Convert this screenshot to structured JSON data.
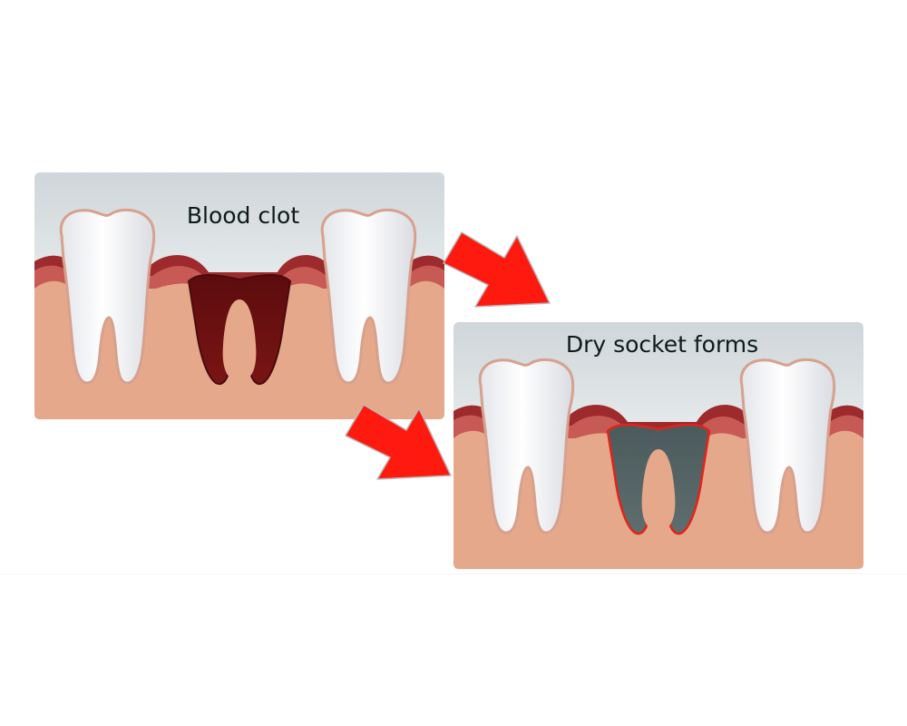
{
  "panels": [
    {
      "label": "Blood clot",
      "socket_fill": "socket-clot",
      "socket_stroke": "#4a0c0c"
    },
    {
      "label": "Dry socket forms",
      "socket_fill": "socket-dry",
      "socket_stroke": "#e0241a"
    }
  ],
  "colors": {
    "arrow": "#ff1a10",
    "arrow_outline": "#b8b8b8",
    "gum": "#e6a88a",
    "gum_edge": "#c0504f",
    "gum_dark": "#9d2a2c",
    "sky": "#dfe4e6",
    "tooth": "#f4f4f6",
    "clot": "#6e1012",
    "dry": "#546566"
  },
  "icons": [
    "tooth-icon",
    "arrow-icon"
  ]
}
